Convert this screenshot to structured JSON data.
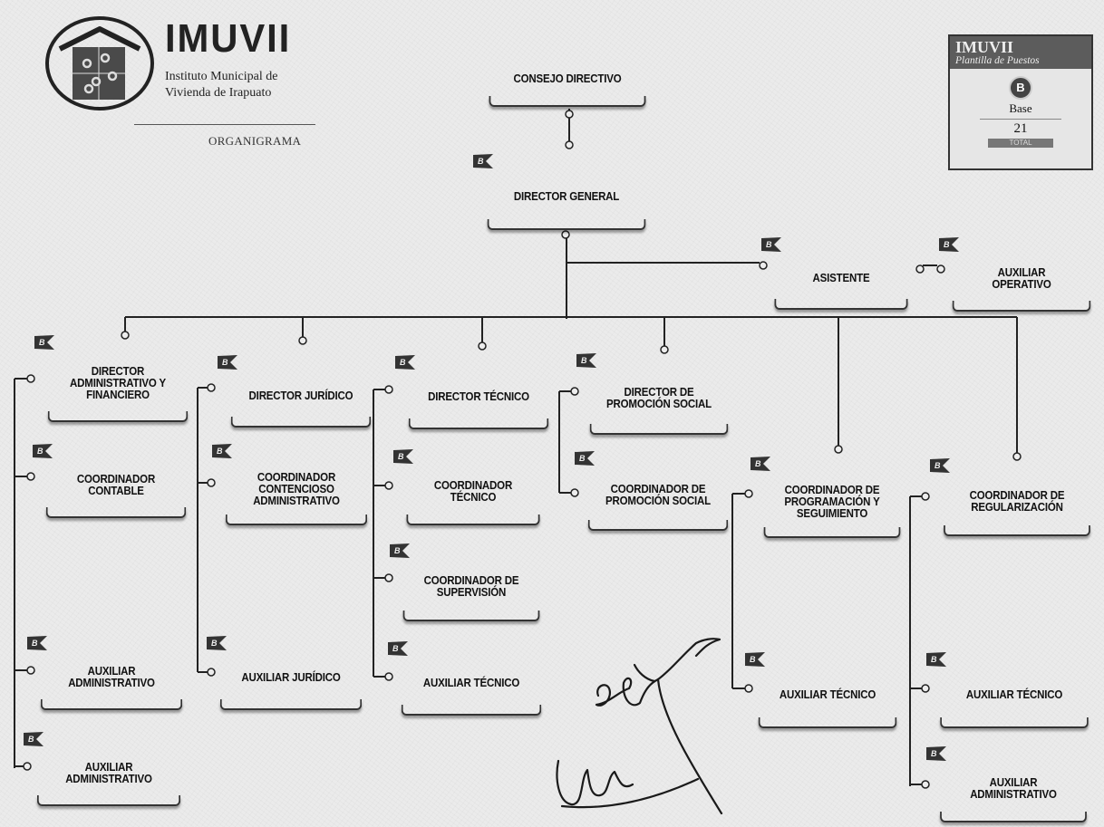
{
  "header": {
    "logo_title": "IMUVII",
    "logo_subtitle_line1": "Instituto Municipal de",
    "logo_subtitle_line2": "Vivienda de Irapuato",
    "document_label": "ORGANIGRAMA"
  },
  "stats_card": {
    "title": "IMUVII",
    "subtitle": "Plantilla de Puestos",
    "badge": "B",
    "badge_label": "Base",
    "count": "21",
    "total_label": "TOTAL"
  },
  "positions": [
    {
      "id": "consejo",
      "label": "CONSEJO DIRECTIVO",
      "badge": false
    },
    {
      "id": "director-general",
      "label": "DIRECTOR GENERAL",
      "badge": true
    },
    {
      "id": "asistente",
      "label": "ASISTENTE",
      "badge": true
    },
    {
      "id": "auxiliar-operativo",
      "label": "AUXILIAR OPERATIVO",
      "badge": true
    },
    {
      "id": "dir-admin",
      "label": "DIRECTOR ADMINISTRATIVO Y FINANCIERO",
      "badge": true
    },
    {
      "id": "coord-contable",
      "label": "COORDINADOR CONTABLE",
      "badge": true
    },
    {
      "id": "aux-admin-1",
      "label": "AUXILIAR ADMINISTRATIVO",
      "badge": true
    },
    {
      "id": "aux-admin-2",
      "label": "AUXILIAR ADMINISTRATIVO",
      "badge": true
    },
    {
      "id": "dir-juridico",
      "label": "DIRECTOR JURÍDICO",
      "badge": true
    },
    {
      "id": "coord-contencioso",
      "label": "COORDINADOR CONTENCIOSO ADMINISTRATIVO",
      "badge": true
    },
    {
      "id": "aux-juridico",
      "label": "AUXILIAR JURÍDICO",
      "badge": true
    },
    {
      "id": "dir-tecnico",
      "label": "DIRECTOR TÉCNICO",
      "badge": true
    },
    {
      "id": "coord-tecnico",
      "label": "COORDINADOR TÉCNICO",
      "badge": true
    },
    {
      "id": "coord-supervision",
      "label": "COORDINADOR DE SUPERVISIÓN",
      "badge": true
    },
    {
      "id": "aux-tecnico-1",
      "label": "AUXILIAR TÉCNICO",
      "badge": true
    },
    {
      "id": "dir-promocion",
      "label": "DIRECTOR DE PROMOCIÓN SOCIAL",
      "badge": true
    },
    {
      "id": "coord-promocion",
      "label": "COORDINADOR DE PROMOCIÓN SOCIAL",
      "badge": true
    },
    {
      "id": "coord-programacion",
      "label": "COORDINADOR DE PROGRAMACIÓN Y SEGUIMIENTO",
      "badge": true
    },
    {
      "id": "aux-tecnico-2",
      "label": "AUXILIAR TÉCNICO",
      "badge": true
    },
    {
      "id": "coord-regularizacion",
      "label": "COORDINADOR DE REGULARIZACIÓN",
      "badge": true
    },
    {
      "id": "aux-tecnico-3",
      "label": "AUXILIAR TÉCNICO",
      "badge": true
    },
    {
      "id": "aux-admin-3",
      "label": "AUXILIAR ADMINISTRATIVO",
      "badge": true
    }
  ],
  "badge_letter": "B",
  "colors": {
    "ink": "#222222",
    "badge_fill": "#333333",
    "paper": "#ebebeb"
  }
}
